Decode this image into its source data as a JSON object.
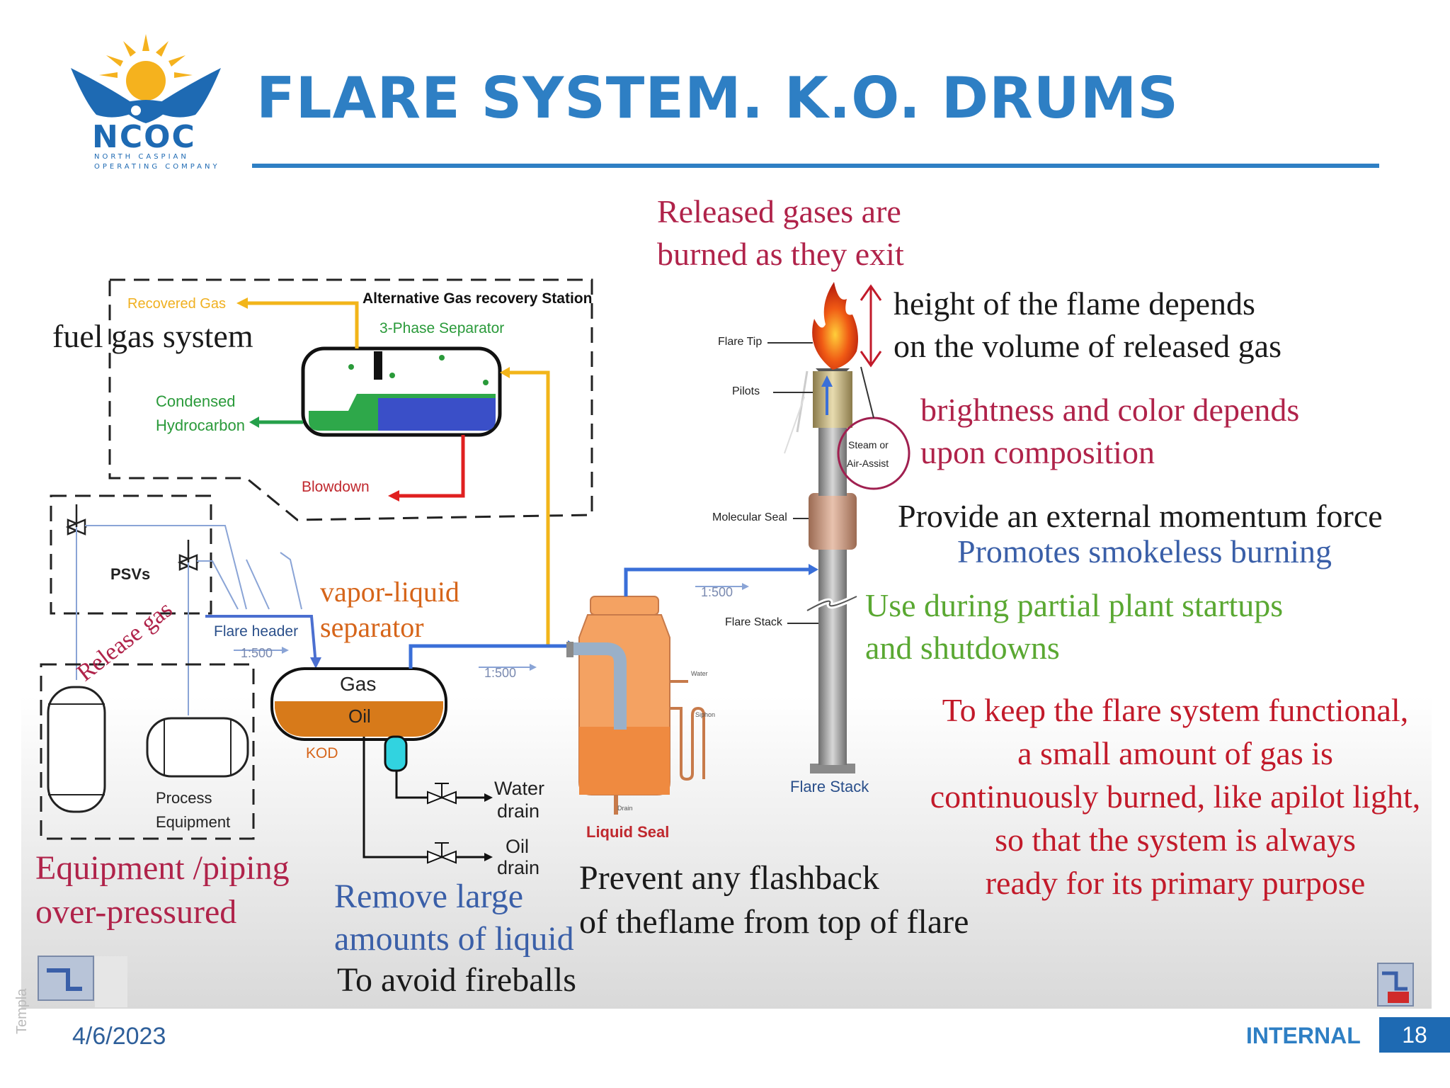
{
  "slide": {
    "title": "FLARE SYSTEM. K.O. DRUMS",
    "logo": {
      "name": "NCOC",
      "subtitle_line1": "NORTH CASPIAN",
      "subtitle_line2": "OPERATING COMPANY"
    },
    "footer": {
      "date": "4/6/2023",
      "classification": "INTERNAL",
      "page_number": "18",
      "template_label": "Templa"
    }
  },
  "diagram": {
    "small_labels": {
      "recovered_gas": "Recovered Gas",
      "alt_station": "Alternative Gas recovery Station",
      "three_phase": "3-Phase Separator",
      "condensed": "Condensed",
      "hydrocarbon": "Hydrocarbon",
      "blowdown": "Blowdown",
      "psvs": "PSVs",
      "flare_header": "Flare header",
      "ratio_1": "1:500",
      "ratio_2": "1:500",
      "ratio_3": "1:500",
      "gas": "Gas",
      "oil": "Oil",
      "kod": "KOD",
      "water": "Water",
      "drain": "drain",
      "oil_drain_oil": "Oil",
      "oil_drain_drain": "drain",
      "process": "Process",
      "equipment": "Equipment",
      "liquid_seal": "Liquid Seal",
      "flare_stack_bottom": "Flare Stack",
      "flare_tip": "Flare Tip",
      "pilots": "Pilots",
      "steam_or": "Steam or",
      "air_assist": "Air-Assist",
      "molecular_seal": "Molecular Seal",
      "flare_stack": "Flare Stack",
      "vessel_water": "Water",
      "vessel_siphon": "Siphon",
      "vessel_drain": "Drain"
    },
    "annotations": {
      "fuel_gas": "fuel gas system",
      "release_gas": "Release gas",
      "vapor_liquid_1": "vapor-liquid",
      "vapor_liquid_2": "separator",
      "equipment_piping_1": "Equipment /piping",
      "equipment_piping_2": "over-pressured",
      "remove_1": "Remove large",
      "remove_2": "amounts of liquid",
      "avoid_fireballs": "To avoid fireballs",
      "flashback_1": "Prevent any flashback",
      "flashback_2": "of theflame from top of flare",
      "released_1": "Released gases are",
      "released_2": "burned as they exit",
      "height_1": "height of the flame depends",
      "height_2": "on the volume of released gas",
      "brightness_1": "brightness and color depends",
      "brightness_2": "upon composition",
      "momentum": "Provide an external momentum force",
      "smokeless": "Promotes smokeless burning",
      "startup_1": "Use during partial plant startups",
      "startup_2": "and shutdowns",
      "keep_1": "To keep the flare system functional,",
      "keep_2": "a small amount of gas is",
      "keep_3": "continuously burned, like apilot light,",
      "keep_4": "so that the system is always",
      "keep_5": "ready for its primary purpose"
    },
    "colors": {
      "crimson": "#b0234a",
      "dark": "#1a1a1a",
      "blue_text": "#3a5fa8",
      "green_text": "#5aa832",
      "red_text": "#c21a2a",
      "pipe_blue": "#3a6fd8",
      "pipe_yellow": "#f2b51a",
      "pipe_green": "#25a04a",
      "pipe_red": "#e02020",
      "oil": "#d77a1a",
      "vessel_orange": "#f4a262",
      "small_label_red": "#c0282e",
      "small_label_green": "#2a9a3a",
      "small_label_yellow": "#f0b020",
      "small_label_orange": "#d6651a"
    }
  }
}
